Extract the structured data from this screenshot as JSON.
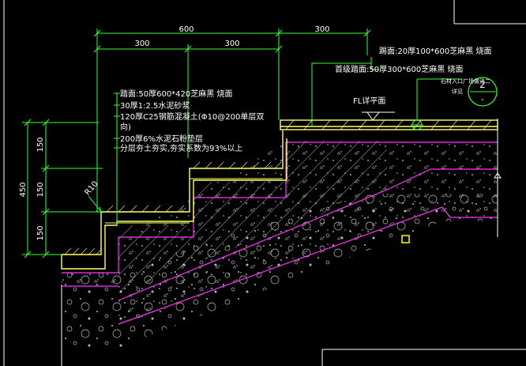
{
  "dimensions": {
    "top_total": "600",
    "top_left": "300",
    "top_mid": "300",
    "top_right": "300",
    "left_total": "450",
    "left_riser_1": "150",
    "left_riser_2": "150",
    "left_riser_3": "150",
    "radius": "R10"
  },
  "notes_right": {
    "line_1": "踢面:20厚100*600芝麻黑 烧面",
    "line_2": "首级踏面:50厚300*600芝麻黑 烧面"
  },
  "notes_left": {
    "line_1": "踏面:50厚600*420芝麻黑 烧面",
    "line_2": "30厚1:2.5水泥砂浆",
    "line_3": "120厚C25钢筋混凝土(Φ10@200单层双",
    "line_4": "向)",
    "line_5": "200厚6%水泥石粉垫层",
    "line_6": "分层夯土夯实,夯实系数为93%以上"
  },
  "fl_label": "FL详平面",
  "reference": {
    "text": "石材入口广场做法二",
    "text_2": "详见",
    "top": "2",
    "bottom": "-"
  },
  "colors": {
    "background": "#000000",
    "yellow": "#ffff66",
    "magenta": "#ff33ff",
    "green": "#33ff33",
    "white": "#ffffff",
    "gray": "#999999"
  }
}
